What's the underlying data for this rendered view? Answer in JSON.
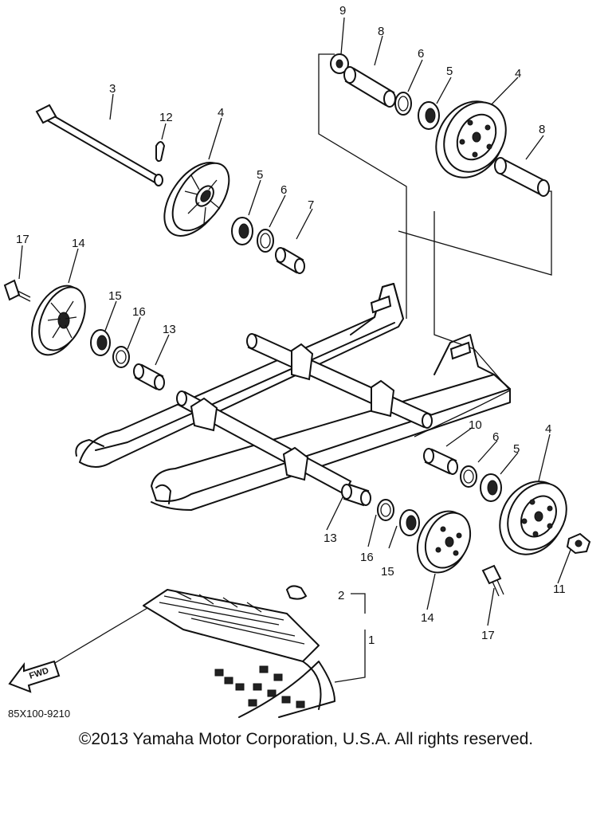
{
  "drawing_code": "85X100-9210",
  "copyright": "©2013 Yamaha Motor Corporation, U.S.A. All rights reserved.",
  "fwd_label": "FWD",
  "callouts": {
    "c1": "1",
    "c2": "2",
    "c3": "3",
    "c4a": "4",
    "c4b": "4",
    "c4c": "4",
    "c5a": "5",
    "c5b": "5",
    "c5c": "5",
    "c6a": "6",
    "c6b": "6",
    "c6c": "6",
    "c7": "7",
    "c8a": "8",
    "c8b": "8",
    "c9": "9",
    "c10": "10",
    "c11": "11",
    "c12": "12",
    "c13a": "13",
    "c13b": "13",
    "c14a": "14",
    "c14b": "14",
    "c15a": "15",
    "c15b": "15",
    "c16a": "16",
    "c16b": "16",
    "c17a": "17",
    "c17b": "17"
  }
}
